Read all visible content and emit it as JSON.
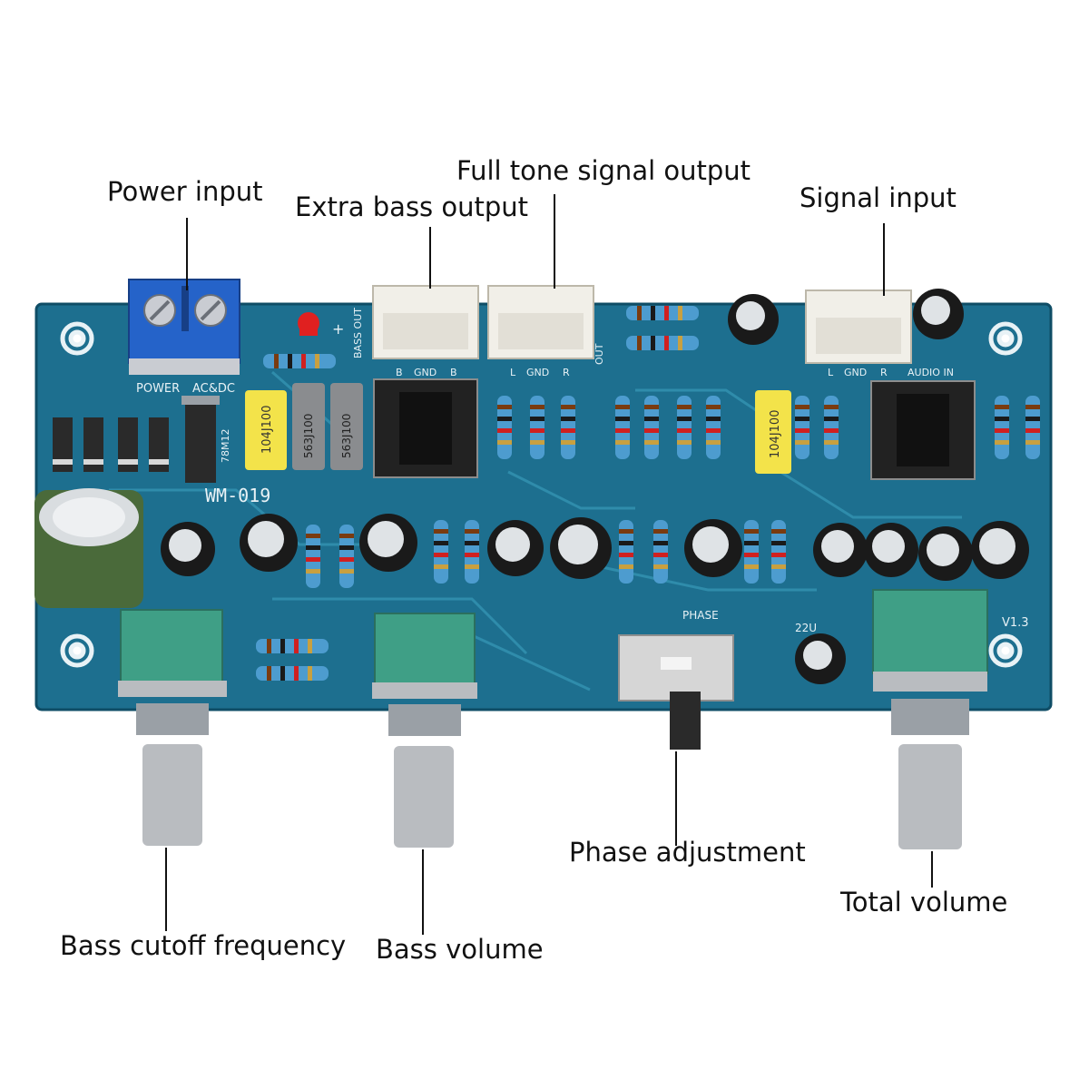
{
  "callouts": {
    "power_input": "Power input",
    "extra_bass_output": "Extra bass output",
    "full_tone_signal_output": "Full tone signal output",
    "signal_input": "Signal input",
    "phase_adjustment": "Phase adjustment",
    "bass_cutoff_frequency": "Bass cutoff frequency",
    "bass_volume": "Bass volume",
    "total_volume": "Total volume"
  },
  "board": {
    "model": "WM-019",
    "version": "V1.3",
    "power_label": "POWER",
    "power_type": "AC&DC",
    "regulator": "78M12",
    "bass_out_label": "BASS OUT",
    "out_label": "OUT",
    "audio_in_label": "AUDIO IN",
    "phase_label": "PHASE",
    "cap_label_22u": "22U",
    "pins_bass": [
      "B",
      "GND",
      "B"
    ],
    "pins_out": [
      "L",
      "GND",
      "R"
    ],
    "pins_in": [
      "L",
      "GND",
      "R"
    ],
    "yellow_cap_code": "104J100",
    "grey_cap_code": "563J100",
    "led_plus": "+"
  },
  "colors": {
    "pcb": "#1d6f8f",
    "pcb_edge": "#0f4d66",
    "trace": "#2f8cab",
    "terminal": "#2563c9",
    "header": "#f1efe8",
    "pot_body": "#3f9f86",
    "metal": "#b9bcc0",
    "cap_body": "#2a2a2a",
    "big_cap": "#4a6a3a",
    "yellow_cap": "#f3e34a",
    "grey_cap": "#8a8c8f",
    "led": "#e02020"
  }
}
